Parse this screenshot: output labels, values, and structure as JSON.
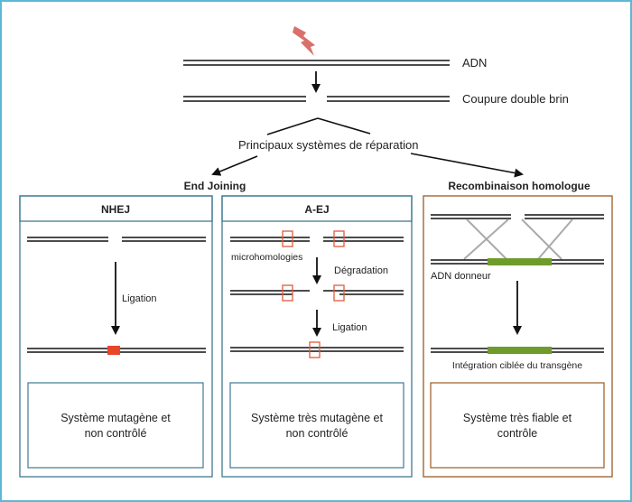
{
  "colors": {
    "frame": "#5bb8d6",
    "panel_border": "#3e7a93",
    "title_teal": "#2b6a86",
    "title_brown": "#9b5a22",
    "red_mark": "#e8452a",
    "red_box": "#e05a3a",
    "green_bar": "#6e9b2c",
    "lightning": "#d9706b"
  },
  "top": {
    "adn_label": "ADN",
    "cut_label": "Coupure double brin",
    "systems_label": "Principaux systèmes de réparation"
  },
  "groups": {
    "end_joining": "End Joining",
    "homologous": "Recombinaison homologue"
  },
  "panels": {
    "nhej": {
      "title": "NHEJ",
      "step_label": "Ligation",
      "summary_line1": "Système mutagène et",
      "summary_line2": "non contrôlé"
    },
    "aej": {
      "title": "A-EJ",
      "micro_label": "microhomologies",
      "step1_label": "Dégradation",
      "step2_label": "Ligation",
      "summary_line1": "Système très mutagène et",
      "summary_line2": "non contrôlé"
    },
    "hr": {
      "donor_label": "ADN donneur",
      "result_label": "Intégration ciblée du transgène",
      "summary_line1": "Système très fiable et",
      "summary_line2": "contrôle"
    }
  }
}
